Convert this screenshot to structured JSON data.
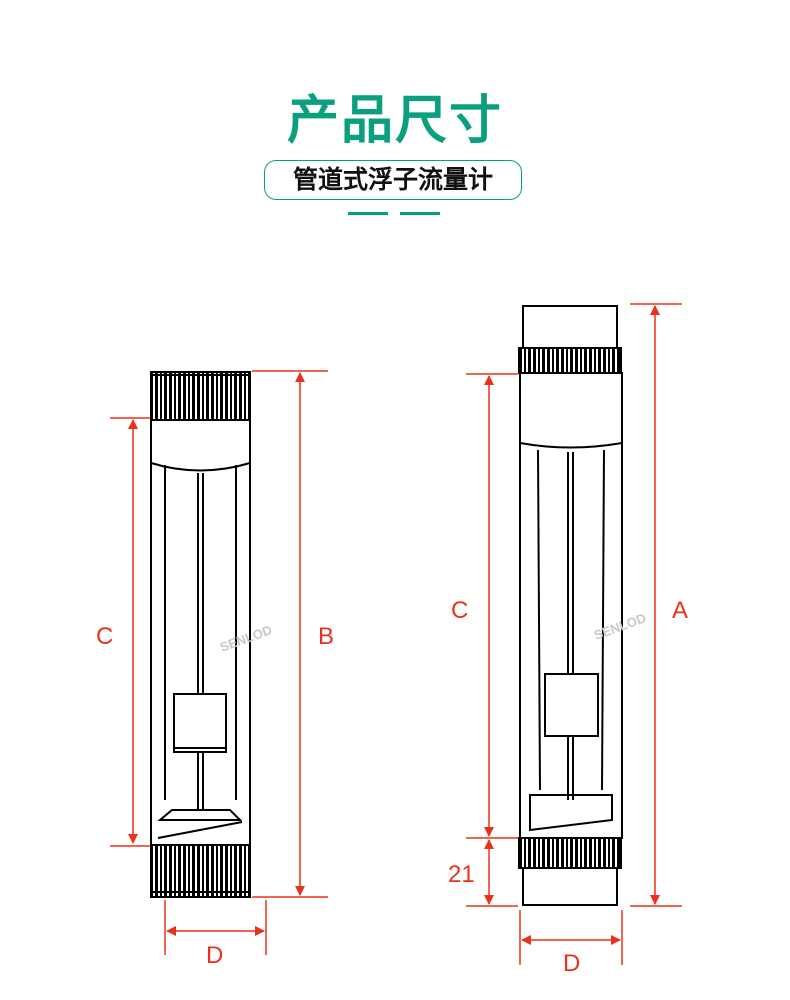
{
  "header": {
    "title": "产品尺寸",
    "subtitle": "管道式浮子流量计"
  },
  "diagram": {
    "left_meter": {
      "labels": {
        "C": "C",
        "B": "B",
        "D": "D"
      }
    },
    "right_meter": {
      "labels": {
        "A": "A",
        "C": "C",
        "D": "D",
        "bottom_fitting": "21"
      }
    },
    "watermark": "SENLOD",
    "colors": {
      "accent": "#0aa07f",
      "dimension": "#e8321e",
      "outline": "#000000"
    }
  }
}
